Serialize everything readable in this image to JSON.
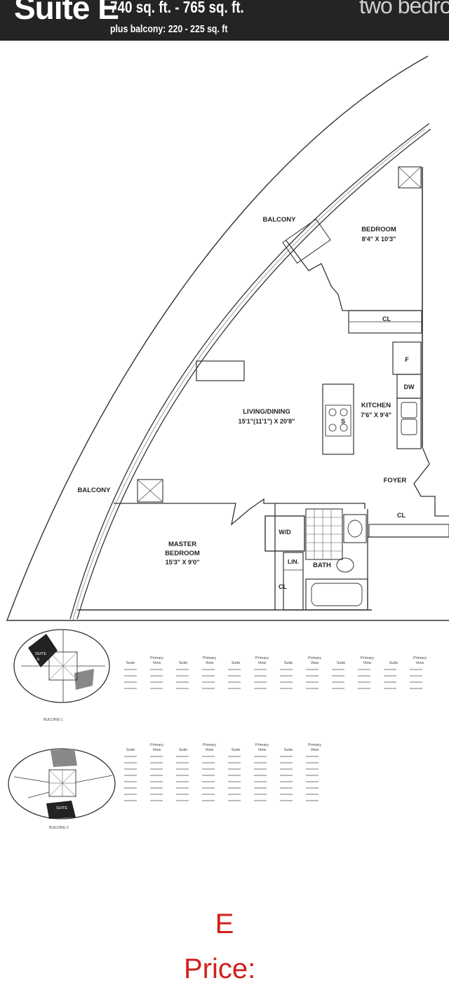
{
  "header": {
    "suite_title": "Suite E",
    "area": "740 sq. ft. - 765 sq. ft.",
    "balcony_area": "plus balcony: 220 - 225 sq. ft",
    "bed_type": "two bedroom"
  },
  "rooms": {
    "bedroom": "BEDROOM",
    "bedroom_dim": "8'4\" X 10'3\"",
    "living": "LIVING/DINING",
    "living_dim": "15'1\"(11'1\") X 20'8\"",
    "kitchen": "KITCHEN",
    "kitchen_dim": "7'6\" X 9'4\"",
    "master": "MASTER",
    "master_b": "BEDROOM",
    "master_dim": "15'3\" X 9'0\"",
    "foyer": "FOYER",
    "bath": "BATH",
    "wd": "W/D",
    "lin": "LIN.",
    "cl": "CL",
    "balcony": "BALCONY",
    "f": "F",
    "dw": "DW",
    "s": "S"
  },
  "keyplans": {
    "b1_label": "BUILDING 1",
    "b2_label": "BUILDING 2",
    "suite_label": "SUITE",
    "suite_letter": "E",
    "suite_col": "Suite",
    "primary": "Primary",
    "view": "View"
  },
  "footer": {
    "suite_letter": "E",
    "price": "Price:"
  },
  "colors": {
    "header_bg": "#242424",
    "accent_red": "#d0201b"
  }
}
